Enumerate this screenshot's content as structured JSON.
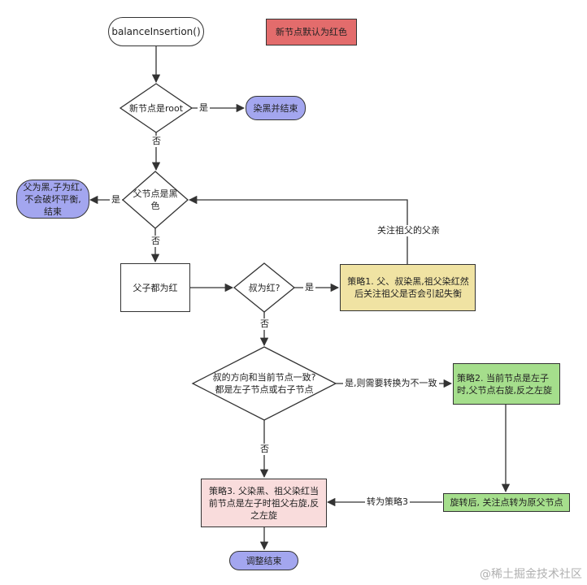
{
  "nodes": {
    "start": "balanceInsertion()",
    "note_default_red": "新节点默认为红色",
    "q_is_root": "新节点是root",
    "end_paint_black": "染黑并结束",
    "q_parent_black": "父节点是黑色",
    "end_parent_black": "父为黑,子为红,不会破坏平衡, 结束",
    "parent_child_red": "父子都为红",
    "q_uncle_red": "叔为红?",
    "strategy1": "策略1. 父、叔染黑,祖父染红然后关注祖父是否会引起失衡",
    "q_same_direction": "叔的方向和当前节点一致?都是左子节点或右子节点",
    "strategy2": "策略2. 当前节点是左子时,父节点右旋,反之左旋",
    "after_rotate": "旋转后, 关注点转为原父节点",
    "strategy3": "策略3. 父染黑、祖父染红当前节点是左子时祖父右旋,反之左旋",
    "end_adjust": "调整结束"
  },
  "edges": {
    "yes_root": "是",
    "no_root": "否",
    "yes_black": "是",
    "no_black": "否",
    "yes_uncle": "是",
    "no_uncle": "否",
    "focus_grandparent": "关注祖父的父亲",
    "yes_same": "是,则需要转换为不一致",
    "no_same": "否",
    "to_strategy3": "转为策略3"
  },
  "watermark": "@稀土掘金技术社区",
  "colors": {
    "red_note": "#e36c6c",
    "blue_terminal": "#a3a6ef",
    "yellow_strategy": "#f0e3a3",
    "green_strategy": "#a5de8c",
    "pink_strategy": "#f9dcdc"
  }
}
